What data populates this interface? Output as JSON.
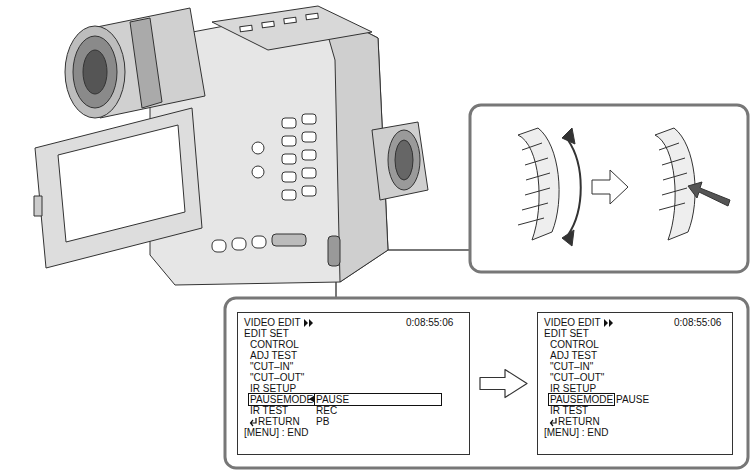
{
  "diagram": {
    "nodes": [
      {
        "text": [
          "VIDEO EDIT",
          "0:08:55:06",
          "EDIT SET",
          "CONTROL",
          "ADJ TEST",
          "\"CUT–IN\"",
          "\"CUT–OUT\"",
          "IR SETUP",
          "PAUSEMODE",
          "PAUSE",
          "REC",
          "PB",
          "IR TEST",
          "RETURN",
          "[MENU] : END"
        ]
      },
      {
        "text": [
          "VIDEO EDIT",
          "0:08:55:06",
          "EDIT SET",
          "CONTROL",
          "ADJ TEST",
          "\"CUT–IN\"",
          "\"CUT–OUT\"",
          "IR SETUP",
          "PAUSEMODE",
          "PAUSE",
          "IR TEST",
          "RETURN",
          "[MENU] : END"
        ]
      }
    ],
    "edges": [
      {
        "from": 0,
        "to": 1,
        "arrow": "to"
      }
    ]
  }
}
